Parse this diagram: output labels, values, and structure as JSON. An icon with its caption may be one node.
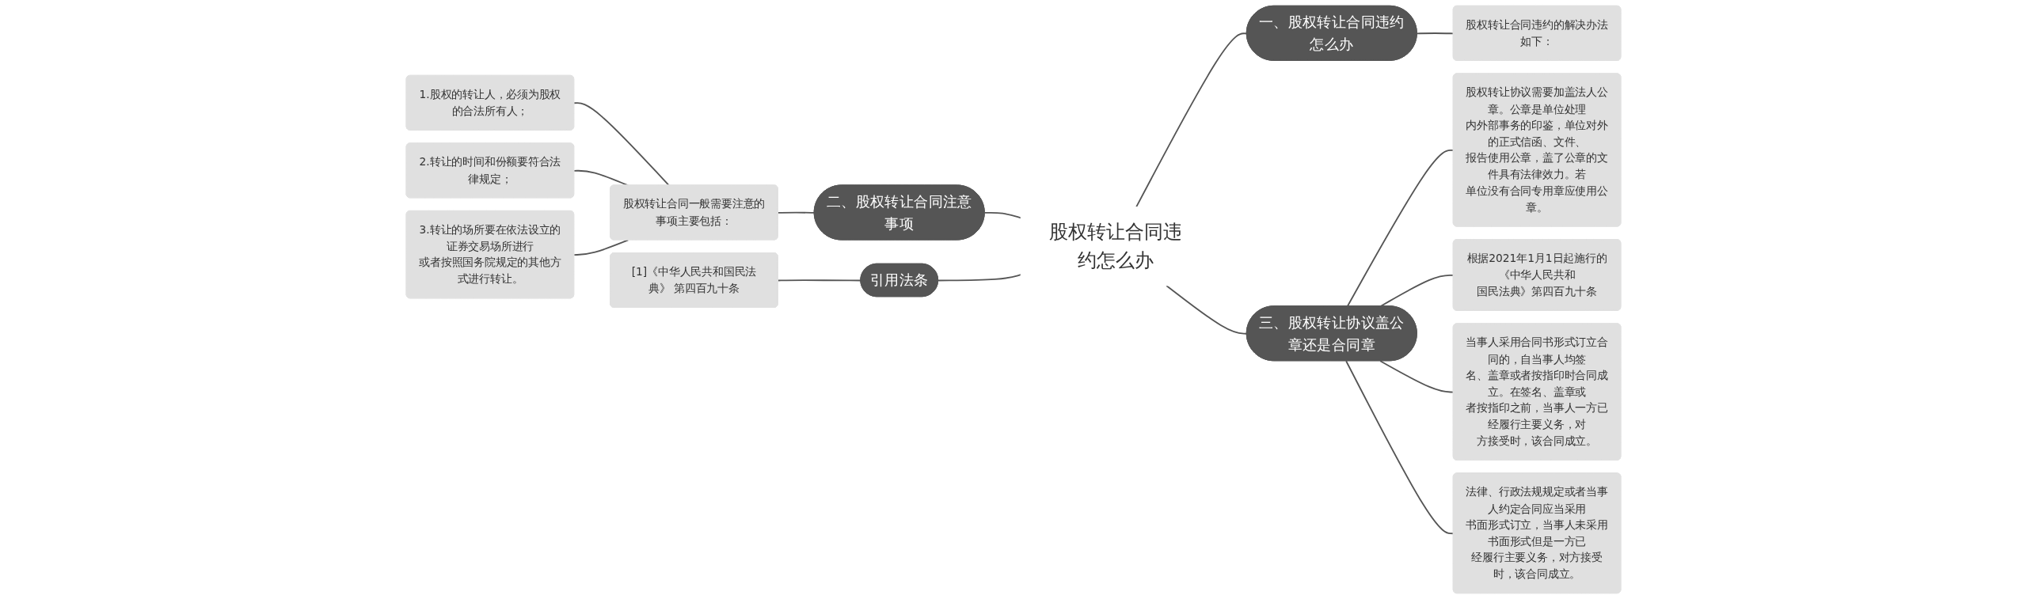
{
  "diagram": {
    "nodes": [
      {
        "text": [
          "股权转让合同违约怎么办"
        ]
      },
      {
        "text": [
          "一、股权转让合同违约怎么办"
        ]
      },
      {
        "text": [
          "股权转让合同违约的解决办法如下："
        ]
      },
      {
        "text": [
          "三、股权转让协议盖公章还是合同章"
        ]
      },
      {
        "text": [
          "股权转让协议需要加盖法人公章。公章是单位处理内外部事务的印鉴，单位对外的正式信函、文件、报告使用公章，盖了公章的文件具有法律效力。若单位没有合同专用章应使用公章。"
        ]
      },
      {
        "text": [
          "根据2021年1月1日起施行的《中华人民共和国民法典》第四百九十条"
        ]
      },
      {
        "text": [
          "当事人采用合同书形式订立合同的，自当事人均签名、盖章或者按指印时合同成立。在签名、盖章或者按指印之前，当事人一方已经履行主要义务，对方接受时，该合同成立。"
        ]
      },
      {
        "text": [
          "法律、行政法规规定或者当事人约定合同应当采用书面形式订立，当事人未采用书面形式但是一方已经履行主要义务，对方接受时，该合同成立。"
        ]
      },
      {
        "text": [
          "二、股权转让合同注意事项"
        ]
      },
      {
        "text": [
          "股权转让合同一般需要注意的事项主要包括："
        ]
      },
      {
        "text": [
          "1.股权的转让人，必须为股权的合法所有人；"
        ]
      },
      {
        "text": [
          "2.转让的时间和份额要符合法律规定；"
        ]
      },
      {
        "text": [
          "3.转让的场所要在依法设立的证券交易场所进行或者按照国务院规定的其他方式进行转让。"
        ]
      },
      {
        "text": [
          "引用法条"
        ]
      },
      {
        "text": [
          "[1]《中华人民共和国民法典》 第四百九十条"
        ]
      }
    ],
    "edges": [
      {
        "from": 0,
        "to": 1,
        "arrow": "none"
      },
      {
        "from": 1,
        "to": 2,
        "arrow": "none"
      },
      {
        "from": 0,
        "to": 3,
        "arrow": "none"
      },
      {
        "from": 3,
        "to": 4,
        "arrow": "none"
      },
      {
        "from": 3,
        "to": 5,
        "arrow": "none"
      },
      {
        "from": 3,
        "to": 6,
        "arrow": "none"
      },
      {
        "from": 3,
        "to": 7,
        "arrow": "none"
      },
      {
        "from": 0,
        "to": 8,
        "arrow": "none"
      },
      {
        "from": 8,
        "to": 9,
        "arrow": "none"
      },
      {
        "from": 9,
        "to": 10,
        "arrow": "none"
      },
      {
        "from": 9,
        "to": 11,
        "arrow": "none"
      },
      {
        "from": 9,
        "to": 12,
        "arrow": "none"
      },
      {
        "from": 0,
        "to": 13,
        "arrow": "none"
      },
      {
        "from": 13,
        "to": 14,
        "arrow": "none"
      }
    ]
  }
}
